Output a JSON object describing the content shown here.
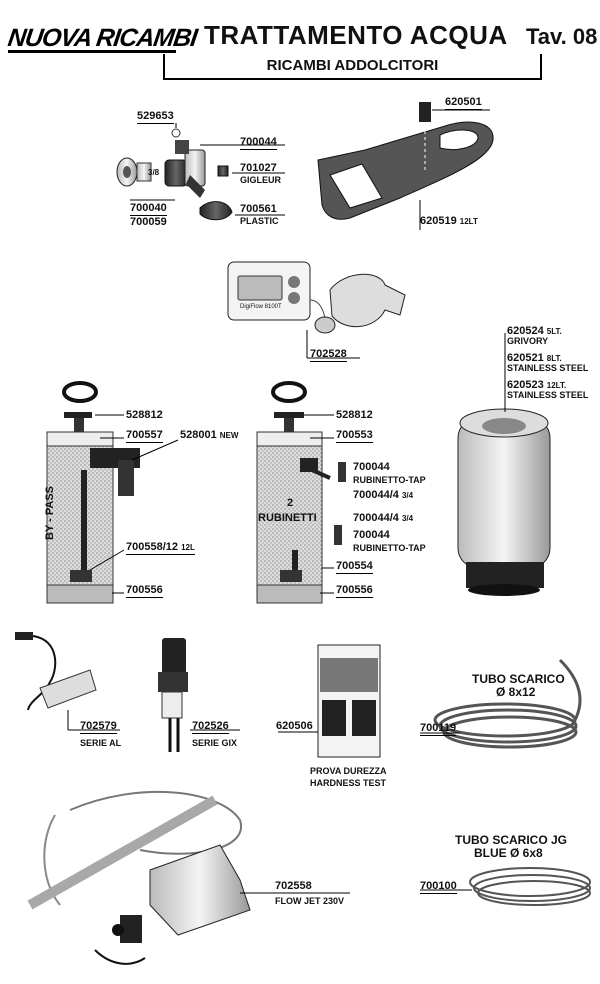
{
  "header": {
    "brand": "NUOVA RICAMBI",
    "title": "TRATTAMENTO ACQUA",
    "table": "Tav. 08",
    "subtitle": "RICAMBI ADDOLCITORI"
  },
  "parts": {
    "p529653": "529653",
    "p700044a": "700044",
    "p701027": "701027",
    "gigleur": "GIGLEUR",
    "p700040": "700040",
    "p700059": "700059",
    "p700561": "700561",
    "plastic": "PLASTIC",
    "size38": "3/8",
    "p620501": "620501",
    "p620519": "620519",
    "p620519_size": "12LT",
    "display_text": "DigiFlow 8100T",
    "p702528": "702528",
    "p620524": "620524",
    "p620524_size": "5LT.",
    "grivory": "GRIVORY",
    "p620521": "620521",
    "p620521_size": "8LT.",
    "steel1": "STAINLESS STEEL",
    "p620523": "620523",
    "p620523_size": "12LT.",
    "steel2": "STAINLESS STEEL",
    "bypass": "BY - PASS",
    "p528812a": "528812",
    "p700557": "700557",
    "p528001": "528001",
    "new": "NEW",
    "p700558": "700558/12",
    "p700558_size": "12L",
    "p700556a": "700556",
    "two": "2",
    "rubinetti": "RUBINETTI",
    "p528812b": "528812",
    "p700553": "700553",
    "p700044b": "700044",
    "tap1": "RUBINETTO-TAP",
    "p7000444a": "700044/4",
    "size34a": "3/4",
    "p7000444b": "700044/4",
    "size34b": "3/4",
    "p700044c": "700044",
    "tap2": "RUBINETTO-TAP",
    "p700554": "700554",
    "p700556b": "700556",
    "p702579": "702579",
    "serie_al": "SERIE AL",
    "p702526": "702526",
    "serie_gix": "SERIE GIX",
    "p620506": "620506",
    "prova": "PROVA DUREZZA",
    "hardness": "HARDNESS TEST",
    "tubo1_a": "TUBO SCARICO",
    "tubo1_b": "Ø 8x12",
    "p700119": "700119",
    "tubo2_a": "TUBO SCARICO JG",
    "tubo2_b": "BLUE Ø 6x8",
    "p700100": "700100",
    "p702558": "702558",
    "flowjet": "FLOW JET 230V"
  }
}
